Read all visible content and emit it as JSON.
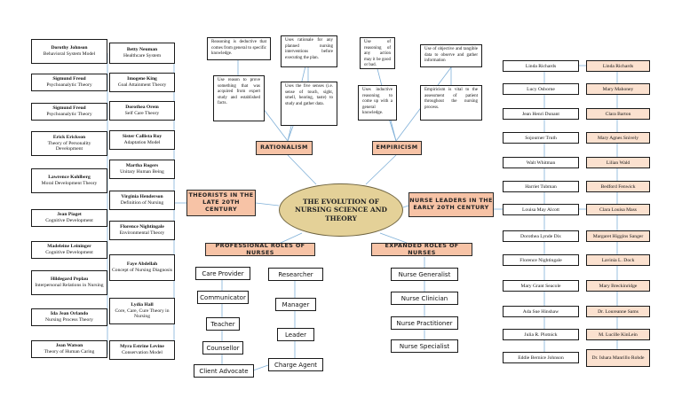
{
  "center": {
    "title": "THE EVOLUTION OF NURSING SCIENCE AND THEORY"
  },
  "headers": {
    "rationalism": "RATIONALISM",
    "empiricism": "EMPIRICISM",
    "theorists": "THEORISTS IN THE LATE 20TH CENTURY",
    "leaders": "NURSE LEADERS IN THE EARLY 20TH CENTURY",
    "professional": "PROFESSIONAL ROLES OF NURSES",
    "expanded": "EXPANDED ROLES OF NURSES"
  },
  "rationalism_notes": {
    "a": "Reasoning is deductive that comes from general to specific knowledge.",
    "b": "Uses rationale for any planned nursing interventions before executing the plan.",
    "c": "Use reason to prove something that was acquired from expert study and established facts.",
    "d": "Uses the five senses (i.e. sense of touch, sight, smell, hearing, taste) to study and gather data."
  },
  "empiricism_notes": {
    "a": "Use of reasoning of any action may it be good or bad.",
    "b": "Use of objective and tangible data to observe and gather information",
    "c": "Uses inductive reasoning to come up with a general knowledge.",
    "d": "Empiricism is vital to the assessment of patient throughout the nursing process."
  },
  "theorists_col1": [
    {
      "name": "Dorothy Johnson",
      "theory": "Behavioral System Model"
    },
    {
      "name": "Sigmund Freud",
      "theory": "Psychoanalytic Theory"
    },
    {
      "name": "Sigmund Freud",
      "theory": "Psychoanalytic Theory"
    },
    {
      "name": "Erick Erickson",
      "theory": "Theory of Personality Development"
    },
    {
      "name": "Lawrence Kohlberg",
      "theory": "Moral Development Theory"
    },
    {
      "name": "Jean Piaget",
      "theory": "Cognitive Development"
    },
    {
      "name": "Madeleine Leininger",
      "theory": "Cognitive Development"
    },
    {
      "name": "Hildegard Peplau",
      "theory": "Interpersonal Relations in Nursing"
    },
    {
      "name": "Ida Jean Orlando",
      "theory": "Nursing Process Theory"
    },
    {
      "name": "Jean Watson",
      "theory": "Theory of Human Caring"
    }
  ],
  "theorists_col2": [
    {
      "name": "Betty Neuman",
      "theory": "Healthcare System"
    },
    {
      "name": "Imogene King",
      "theory": "Goal Attainment Theory"
    },
    {
      "name": "Dorothea Orem",
      "theory": "Self Care Theory"
    },
    {
      "name": "Sister Callista Roy",
      "theory": "Adaptation Model"
    },
    {
      "name": "Martha Rogers",
      "theory": "Unitary Human Being"
    },
    {
      "name": "Virginia Henderson",
      "theory": "Definition of Nursing"
    },
    {
      "name": "Florence Nightingale",
      "theory": "Environmental Theory"
    },
    {
      "name": "Faye Abdellah",
      "theory": "Concept of Nursing Diagnosis"
    },
    {
      "name": "Lydia Hall",
      "theory": "Core, Care, Cure Theory in Nursing"
    },
    {
      "name": "Myra Estrine Levine",
      "theory": "Conservation Model"
    }
  ],
  "leaders_col1": [
    "Linda Richards",
    "Lucy Osborne",
    "Jean Henri Dunant",
    "Sojourner Truth",
    "Walt Whitman",
    "Harriet Tubman",
    "Louisa May Alcott",
    "Dorothea Lynde Dix",
    "Florence Nightingale",
    "Mary Grant Seacole",
    "Ada Sue Hinshaw",
    "Julia R. Plotnick",
    "Eddie Bernice Johnson"
  ],
  "leaders_col2": [
    "Linda Richards",
    "Mary Mahoney",
    "Clara Barton",
    "Mary Agnes Snively",
    "Lilian Wald",
    "Bedford Fenwick",
    "Clara Louisa Mass",
    "Margaret Higgins Sanger",
    "Lavinia L. Dock",
    "Mary Breckinridge",
    "Dr. Loureanne Sams",
    "M. Lucille KinLein",
    "Dr. Ishara Manrillo Rohde"
  ],
  "professional_roles": {
    "left": [
      "Care Provider",
      "Communicator",
      "Teacher",
      "Counsellor",
      "Client Advocate"
    ],
    "right": [
      "Researcher",
      "Manager",
      "Leader",
      "Charge Agent"
    ]
  },
  "expanded_roles": [
    "Nurse Generalist",
    "Nurse Clinician",
    "Nurse Practitioner",
    "Nurse Specialist"
  ],
  "colors": {
    "header_fill": "#f7c3a6",
    "center_fill": "#e4d198",
    "line": "#7fb0d8",
    "peach_box": "#fbe1cf"
  }
}
